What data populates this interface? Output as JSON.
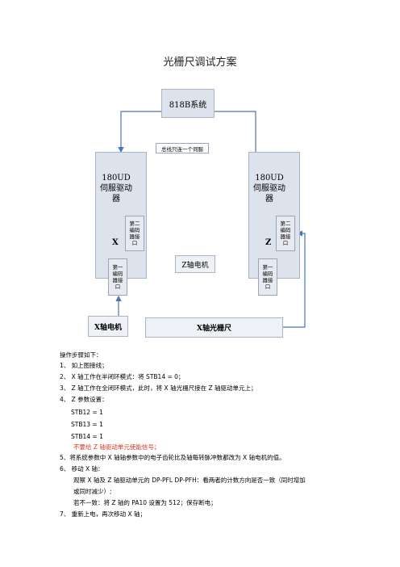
{
  "title": "光栅尺调试方案",
  "diagram": {
    "system_box": "818B系统",
    "bus_note": "总线只连一个伺服",
    "drive_x": {
      "title": "180UD",
      "sub1": "伺服驱动",
      "sub2": "器",
      "axis": "X",
      "enc2": "第二编码器接口",
      "enc1": "第一编码器接口"
    },
    "drive_z": {
      "title": "180UD",
      "sub1": "伺服驱动",
      "sub2": "器",
      "axis": "Z",
      "enc2": "第二编码器接口",
      "enc1": "第一编码器接口"
    },
    "z_motor": "Z轴电机",
    "x_motor": "X轴电机",
    "x_scale": "X轴光栅尺"
  },
  "steps": {
    "heading": "操作步骤如下：",
    "lines": [
      "1、 如上图接线；",
      "2、 X 轴工作在半闭环模式：将 STB14 = 0；",
      "3、 Z 轴工作在全闭环模式，此时，将 X 轴光栅尺接在 Z 轴驱动单元上；",
      "4、 Z 参数设置：",
      "STB12 = 1",
      "STB13 = 1",
      "STB14 = 1",
      "不要给 Z 轴驱动单元使能信号；",
      "5、将系统参数中 X 轴轴参数中的电子齿轮比及轴每转脉冲数都改为 X 轴电机的值。",
      "6、 移动 X 轴：",
      "观察 X 轴及 Z 轴驱动单元的 DP-PFL    DP-PFH：看两者的计数方向是否一致（同时增加",
      "或同时减少）;",
      "若不一致：将 Z 轴的 PA10 设置为 512；保存断电；",
      "7、 重新上电，再次移动 X 轴；"
    ]
  }
}
